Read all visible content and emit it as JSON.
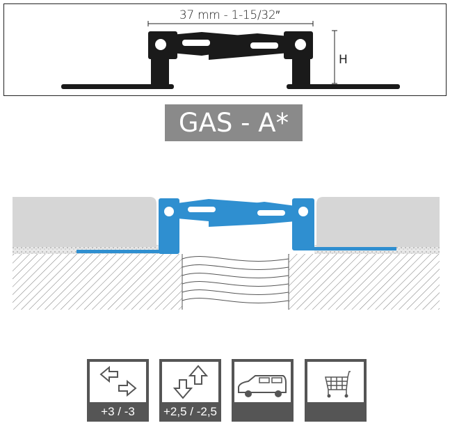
{
  "dimension_label": "37 mm - 1-15/32″",
  "height_label": "H",
  "product_title": "GAS - A*",
  "colors": {
    "profile_top": "#1a1a1a",
    "profile_section": "#2f8fd0",
    "title_bg": "#8a8a8a",
    "icon_bg": "#555555",
    "tile": "#d6d6d6"
  },
  "icons": [
    {
      "name": "horizontal-movement-icon",
      "label": "+3 / -3"
    },
    {
      "name": "vertical-movement-icon",
      "label": "+2,5 / -2,5"
    },
    {
      "name": "car-traffic-icon",
      "label": ""
    },
    {
      "name": "shopping-cart-traffic-icon",
      "label": ""
    }
  ]
}
